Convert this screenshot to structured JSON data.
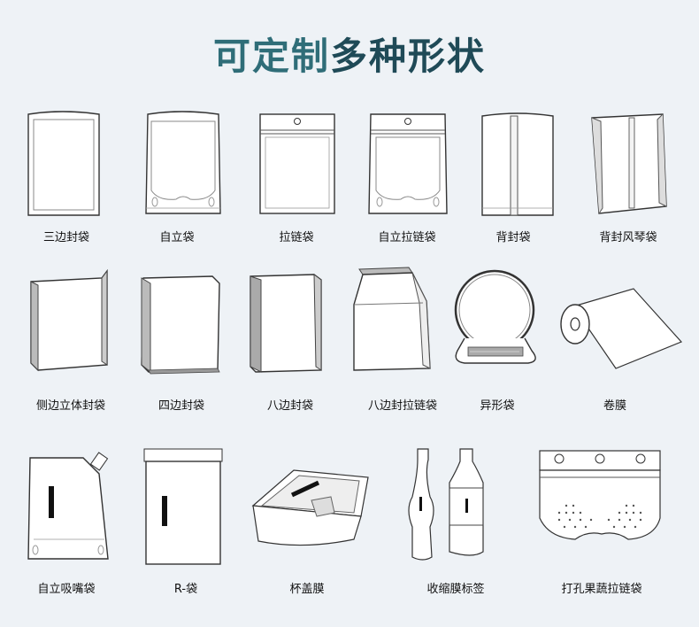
{
  "title": {
    "part1": "可定制",
    "part2": "多种形状"
  },
  "items": [
    {
      "label": "三边封袋"
    },
    {
      "label": "自立袋"
    },
    {
      "label": "拉链袋"
    },
    {
      "label": "自立拉链袋"
    },
    {
      "label": "背封袋"
    },
    {
      "label": "背封风琴袋"
    },
    {
      "label": "侧边立体封袋"
    },
    {
      "label": "四边封袋"
    },
    {
      "label": "八边封袋"
    },
    {
      "label": "八边封拉链袋"
    },
    {
      "label": "异形袋"
    },
    {
      "label": "卷膜"
    },
    {
      "label": "自立吸嘴袋"
    },
    {
      "label": "R-袋"
    },
    {
      "label": "杯盖膜"
    },
    {
      "label": "收缩膜标签"
    },
    {
      "label": "打孔果蔬拉链袋"
    }
  ]
}
